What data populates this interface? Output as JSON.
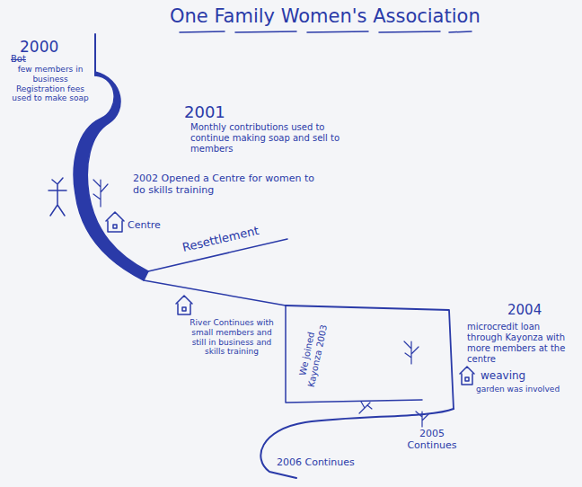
{
  "diagram": {
    "title": "One Family Women's Association",
    "labels": [
      "2000",
      "Bot",
      "few members in business Registration fees used to make soap",
      "2001",
      "Monthly contributions used to continue making soap and sell to members",
      "2002 Opened a Centre for women to do skills training",
      "Centre",
      "Resettlement",
      "River Continues with small members and still in business and skills training",
      "We joined Kayonza 2003",
      "2004",
      "microcredit loan through Kayonza with more members at the centre",
      "weaving",
      "garden was involved",
      "2005 Continues",
      "2006 Continues"
    ]
  }
}
